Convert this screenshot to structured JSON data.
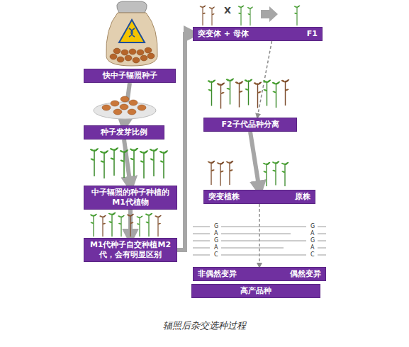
{
  "diagram": {
    "caption": "辐照后杂交选种过程",
    "nodes": [
      {
        "text": [
          "快中子辐照种子"
        ]
      },
      {
        "text": [
          "种子发芽比例"
        ]
      },
      {
        "text": [
          "中子辐照的种子种植的M1代植物"
        ]
      },
      {
        "text": [
          "M1代种子自交种植M2代，会有明显区别"
        ]
      },
      {
        "text": [
          "突变体 + 母体",
          "F1"
        ]
      },
      {
        "text": [
          "F2子代品种分离"
        ]
      },
      {
        "text": [
          "突变植株",
          "原株"
        ]
      },
      {
        "text": [
          "非偶然变异",
          "偶然变异"
        ]
      },
      {
        "text": [
          "高产品种"
        ]
      }
    ],
    "edges": [
      {
        "from": 0,
        "to": 1,
        "arrow": "to"
      },
      {
        "from": 1,
        "to": 2,
        "arrow": "to"
      },
      {
        "from": 2,
        "to": 3,
        "arrow": "to"
      },
      {
        "from": 3,
        "to": 4,
        "arrow": "to"
      },
      {
        "from": 4,
        "to": 5,
        "arrow": "to"
      },
      {
        "from": 5,
        "to": 6,
        "arrow": "to"
      },
      {
        "from": 6,
        "to": 7,
        "arrow": "to"
      }
    ],
    "labels": [
      "X",
      "G",
      "A",
      "G",
      "A",
      "C",
      "G",
      "A",
      "G",
      "A",
      "C"
    ]
  }
}
